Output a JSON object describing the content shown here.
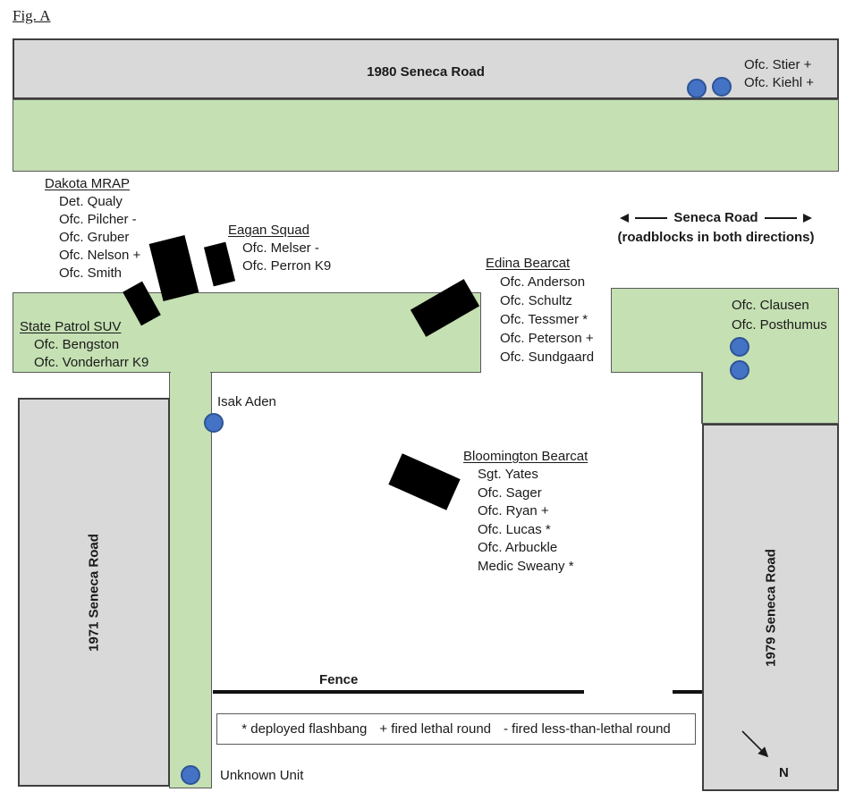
{
  "figure": {
    "label": "Fig. A"
  },
  "roads": {
    "top_building": {
      "name": "1980 Seneca Road"
    },
    "left_building": {
      "name": "1971 Seneca Road"
    },
    "right_building": {
      "name": "1979 Seneca Road"
    },
    "seneca": {
      "name": "Seneca Road",
      "note": "(roadblocks in both directions)"
    }
  },
  "groups": {
    "dakota_mrap": {
      "title": "Dakota MRAP",
      "members": [
        "Det. Qualy",
        "Ofc. Pilcher -",
        "Ofc. Gruber",
        "Ofc. Nelson +",
        "Ofc. Smith"
      ]
    },
    "eagan_squad": {
      "title": "Eagan Squad",
      "members": [
        "Ofc. Melser -",
        "Ofc. Perron K9"
      ]
    },
    "edina_bearcat": {
      "title": "Edina Bearcat",
      "members": [
        "Ofc. Anderson",
        "Ofc. Schultz",
        "Ofc. Tessmer *",
        "Ofc. Peterson +",
        "Ofc. Sundgaard"
      ]
    },
    "bloomington_bearcat": {
      "title": "Bloomington Bearcat",
      "members": [
        "Sgt. Yates",
        "Ofc. Sager",
        "Ofc. Ryan +",
        "Ofc. Lucas *",
        "Ofc. Arbuckle",
        "Medic Sweany *"
      ]
    },
    "state_patrol_suv": {
      "title": "State Patrol SUV",
      "members": [
        "Ofc. Bengston",
        "Ofc. Vonderharr K9"
      ]
    },
    "roof_officers": {
      "members": [
        "Ofc. Stier +",
        "Ofc. Kiehl +"
      ]
    },
    "east_officers": {
      "members": [
        "Ofc. Clausen",
        "Ofc. Posthumus"
      ]
    }
  },
  "markers": {
    "isak_aden": "Isak Aden",
    "unknown_unit": "Unknown Unit",
    "fence": "Fence",
    "north": "N"
  },
  "legend": {
    "items": [
      "* deployed flashbang",
      "+ fired lethal round",
      "- fired less-than-lethal round"
    ]
  },
  "colors": {
    "building_gray": "#d9d9d9",
    "grass_green": "#c5e0b3",
    "marker_blue": "#4472c4",
    "marker_blue_border": "#2e5496",
    "vehicle_black": "#000000",
    "border_dark": "#3f3f3f"
  }
}
